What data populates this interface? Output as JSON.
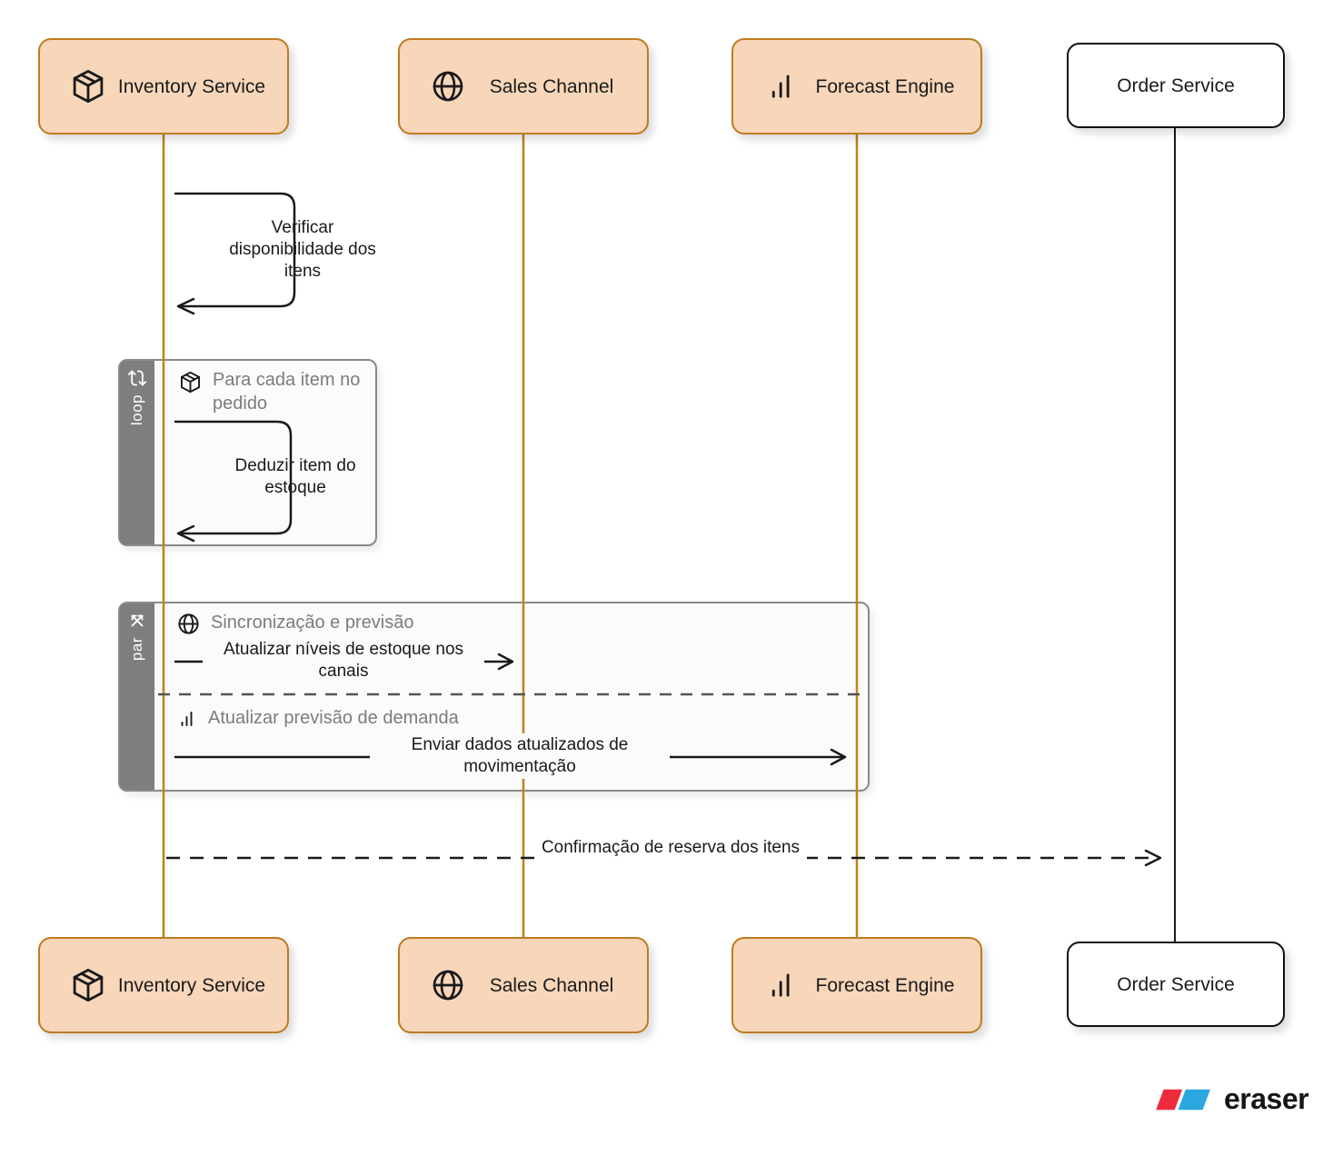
{
  "palette": {
    "actor_fill": "#F7D6BA",
    "actor_border": "#BE7C20",
    "lifeline_orange": "#C1801F",
    "neutral_border": "#111111",
    "fragment_border": "#8A8A8A",
    "fragment_tab_fill": "#7E7E7E",
    "fragment_body_fill": "#FBFBFB",
    "fragment_header_text": "#7C7C7C",
    "message_color": "#1A1A1A"
  },
  "actors": [
    {
      "label": "Inventory Service",
      "icon": "package-icon"
    },
    {
      "label": "Sales Channel",
      "icon": "globe-icon"
    },
    {
      "label": "Forecast Engine",
      "icon": "bar-chart-icon"
    },
    {
      "label": "Order Service",
      "icon": null
    }
  ],
  "blocks": {
    "loop": {
      "tab": "loop",
      "title": "Para cada item no pedido"
    },
    "par": {
      "tab": "par",
      "title": "Sincronização e previsão",
      "section2": "Atualizar previsão de demanda"
    }
  },
  "messages": {
    "self_check": "Verificar disponibilidade dos itens",
    "loop_self": "Deduzir item do estoque",
    "par_msg1": "Atualizar níveis de estoque nos canais",
    "par_msg2": "Enviar dados atualizados de movimentação",
    "confirmation": "Confirmação de reserva dos itens"
  },
  "logo": {
    "text": "eraser",
    "red": "#EE2B3C",
    "blue": "#2BA7DF"
  }
}
